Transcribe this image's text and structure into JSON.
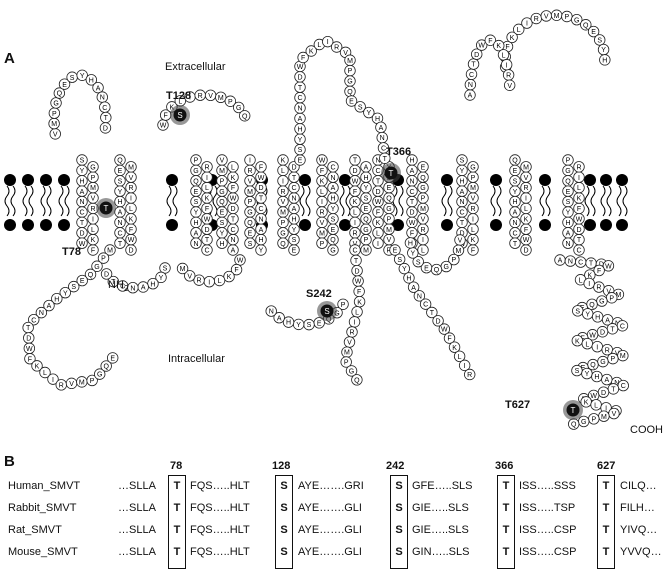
{
  "panels": {
    "a": "A",
    "b": "B"
  },
  "topology": {
    "extracellular": "Extracellular",
    "intracellular": "Intracellular",
    "n_term": "NH",
    "n_term_sub": "2",
    "c_term": "COOH",
    "sites": [
      "T128",
      "T366",
      "T78",
      "S242",
      "T627"
    ]
  },
  "alignment": {
    "positions": [
      "78",
      "128",
      "242",
      "366",
      "627"
    ],
    "rows": [
      {
        "name": "Human_SMVT",
        "pre": "…SLLA",
        "r1": "T",
        "s1": "FQS…..HLT",
        "r2": "S",
        "s2": "AYE…….GRI",
        "r3": "S",
        "s3": "GFE…..SLS",
        "r4": "T",
        "s4": "ISS…..SSS",
        "r5": "T",
        "s5": "CILQ…"
      },
      {
        "name": "Rabbit_SMVT",
        "pre": "…SLLA",
        "r1": "T",
        "s1": "FQS…..HLT",
        "r2": "S",
        "s2": "AYE…….GLI",
        "r3": "S",
        "s3": "GIE…..SLS",
        "r4": "T",
        "s4": "ISS…..TSP",
        "r5": "T",
        "s5": "FILH…"
      },
      {
        "name": "Rat_SMVT",
        "pre": "…SLLA",
        "r1": "T",
        "s1": "FQS…..HLT",
        "r2": "S",
        "s2": "AYE…….GLI",
        "r3": "S",
        "s3": "GIE…..SLS",
        "r4": "T",
        "s4": "ISS…..CSP",
        "r5": "T",
        "s5": "YIVQ…"
      },
      {
        "name": "Mouse_SMVT",
        "pre": "…SLLA",
        "r1": "T",
        "s1": "FQS…..HLT",
        "r2": "S",
        "s2": "AYE…….GLI",
        "r3": "S",
        "s3": "GIN…..SLS",
        "r4": "T",
        "s4": "ISS…..CSP",
        "r5": "T",
        "s5": "YVVQ…"
      }
    ]
  }
}
